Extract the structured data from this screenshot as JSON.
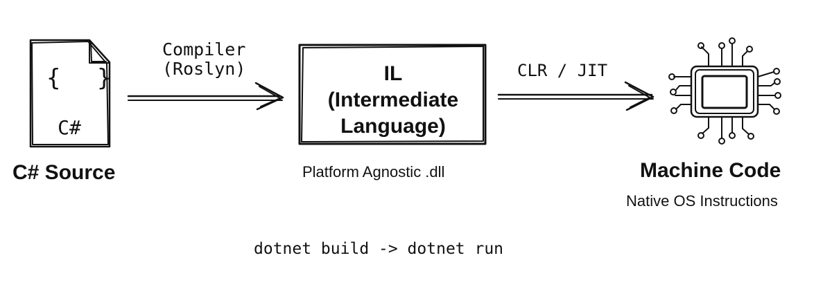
{
  "diagram": {
    "source": {
      "icon": "file-code-icon",
      "symbol": "{ }",
      "file_label": "C#",
      "label": "C# Source"
    },
    "compiler": {
      "label": "Compiler\n(Roslyn)"
    },
    "il": {
      "title": "IL\n(Intermediate\nLanguage)",
      "subtitle": "Platform Agnostic .dll"
    },
    "runtime": {
      "label": "CLR / JIT"
    },
    "machine": {
      "icon": "cpu-chip-icon",
      "label": "Machine Code",
      "subtitle": "Native OS Instructions"
    },
    "footer": {
      "command": "dotnet build -> dotnet run"
    }
  }
}
